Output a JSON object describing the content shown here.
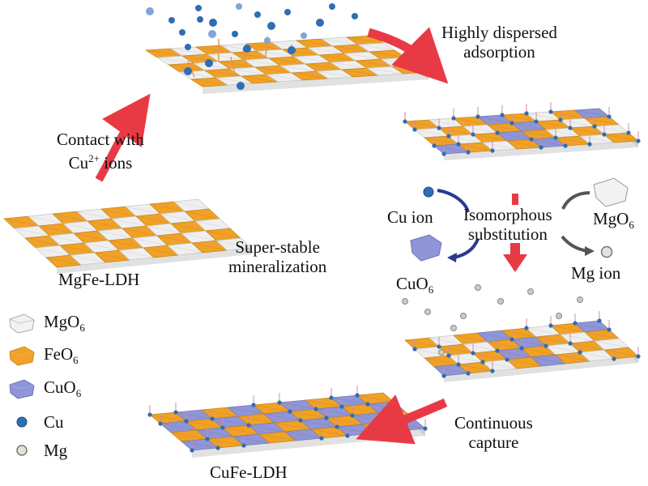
{
  "colors": {
    "mg": "#efefef",
    "fe": "#f0a126",
    "cu": "#8f95d6",
    "cu_ion": "#2f6db5",
    "mg_ion": "#bdb8b0",
    "red_arrow": "#e83a45",
    "blue_arrow": "#2b3a8f",
    "gray_arrow": "#555555"
  },
  "labels": {
    "highly": "Highly dispersed",
    "adsorption": "adsorption",
    "contact1": "Contact with",
    "cu_ions_pre": "Cu",
    "cu_ions_sup": "2+",
    "cu_ions_post": " ions",
    "mgfe": "MgFe-LDH",
    "super1": "Super-stable",
    "super2": "mineralization",
    "iso1": "Isomorphous",
    "iso2": "substitution",
    "cu_ion": "Cu ion",
    "mgo6_pre": "MgO",
    "mgo6_sub": "6",
    "mg_ion": "Mg ion",
    "cuo6_pre": "CuO",
    "cuo6_sub": "6",
    "continuous1": "Continuous",
    "continuous2": "capture",
    "cufe": "CuFe-LDH"
  },
  "legend": [
    {
      "pre": "MgO",
      "sub": "6",
      "icon": "mgo6-octahedron-icon"
    },
    {
      "pre": "FeO",
      "sub": "6",
      "icon": "feo6-octahedron-icon"
    },
    {
      "pre": "CuO",
      "sub": "6",
      "icon": "cuo6-octahedron-icon"
    },
    {
      "pre": "Cu",
      "sub": "",
      "icon": "cu-atom-icon"
    },
    {
      "pre": "Mg",
      "sub": "",
      "icon": "mg-atom-icon"
    }
  ]
}
